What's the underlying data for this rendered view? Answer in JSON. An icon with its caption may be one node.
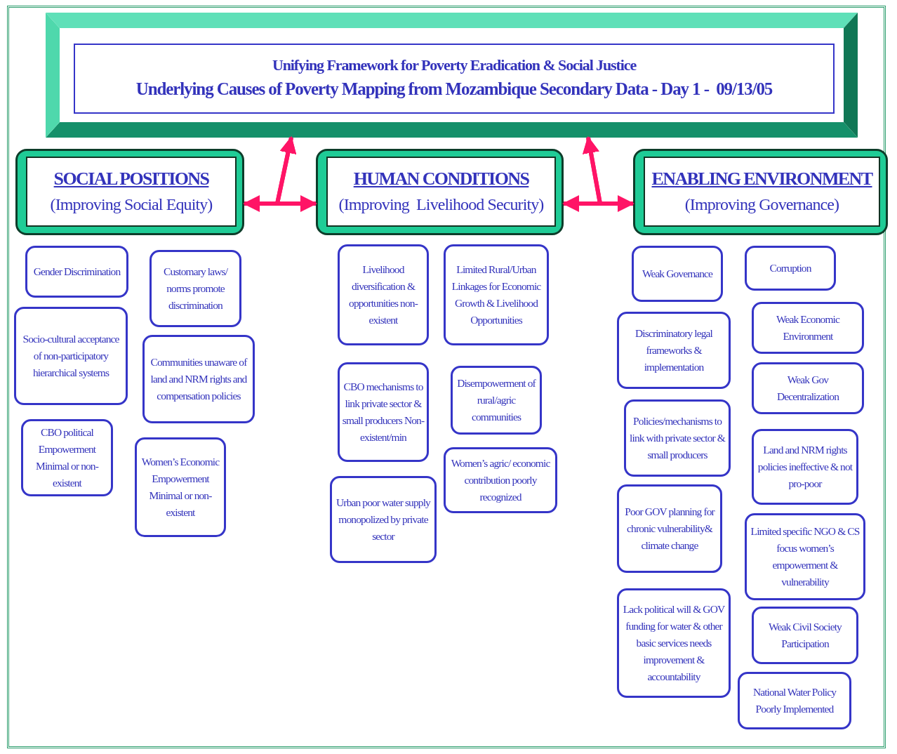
{
  "diagram": {
    "nodes": [
      {
        "text": [
          "Unifying Framework for Poverty Eradication & Social Justice",
          "Underlying Causes of Poverty Mapping from Mozambique Secondary Data - Day 1 -  09/13/05"
        ]
      },
      {
        "text": [
          "SOCIAL POSITIONS",
          "(Improving Social Equity)"
        ]
      },
      {
        "text": [
          "HUMAN CONDITIONS",
          "(Improving  Livelihood Security)"
        ]
      },
      {
        "text": [
          "ENABLING ENVIRONMENT",
          "(Improving Governance)"
        ]
      },
      {
        "text": [
          "Gender Discrimination"
        ]
      },
      {
        "text": [
          "Customary laws/ norms promote discrimination"
        ]
      },
      {
        "text": [
          "Socio-cultural acceptance of non-participatory hierarchical systems"
        ]
      },
      {
        "text": [
          "Communities unaware of land and NRM rights and compensation policies"
        ]
      },
      {
        "text": [
          "CBO political Empowerment Minimal or non-existent"
        ]
      },
      {
        "text": [
          "Women’s Economic Empowerment Minimal or non-existent"
        ]
      },
      {
        "text": [
          "Livelihood diversification & opportunities non-existent"
        ]
      },
      {
        "text": [
          "Limited Rural/Urban Linkages for Economic Growth & Livelihood Opportunities"
        ]
      },
      {
        "text": [
          "CBO mechanisms to link private sector & small producers Non-existent/min"
        ]
      },
      {
        "text": [
          "Disempowerment of rural/agric communities"
        ]
      },
      {
        "text": [
          "Urban poor water supply monopolized by private sector"
        ]
      },
      {
        "text": [
          "Women’s agric/ economic contribution poorly recognized"
        ]
      },
      {
        "text": [
          "Weak Governance"
        ]
      },
      {
        "text": [
          "Corruption"
        ]
      },
      {
        "text": [
          "Weak Economic Environment"
        ]
      },
      {
        "text": [
          "Discriminatory legal frameworks & implementation"
        ]
      },
      {
        "text": [
          "Weak Gov Decentralization"
        ]
      },
      {
        "text": [
          "Policies/mechanisms to link with private sector & small producers"
        ]
      },
      {
        "text": [
          "Land and NRM rights policies ineffective & not pro-poor"
        ]
      },
      {
        "text": [
          "Poor GOV planning for chronic vulnerability& climate change"
        ]
      },
      {
        "text": [
          "Limited specific NGO & CS focus women’s empowerment & vulnerability"
        ]
      },
      {
        "text": [
          "Lack political will & GOV funding for water & other basic services needs improvement & accountability"
        ]
      },
      {
        "text": [
          "Weak Civil Society Participation"
        ]
      },
      {
        "text": [
          "National Water Policy Poorly Implemented"
        ]
      }
    ],
    "edges": [
      {
        "from": 1,
        "to": 2,
        "arrow": "both"
      },
      {
        "from": 1,
        "to": 0,
        "arrow": "to"
      },
      {
        "from": 2,
        "to": 0,
        "arrow": "to"
      },
      {
        "from": 2,
        "to": 3,
        "arrow": "both"
      },
      {
        "from": 3,
        "to": 0,
        "arrow": "to"
      },
      {
        "from": 2,
        "to": 0,
        "arrow": "to"
      }
    ]
  }
}
